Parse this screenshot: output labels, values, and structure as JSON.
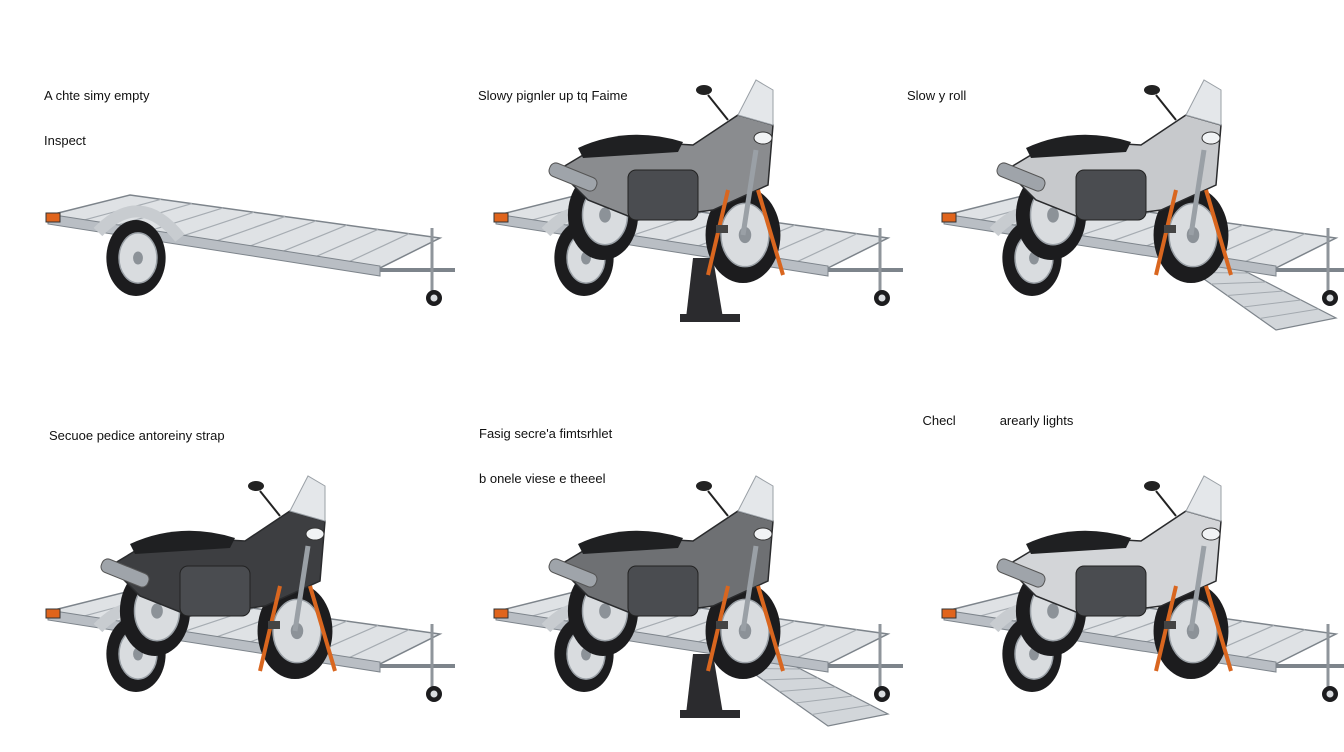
{
  "panels": [
    {
      "id": "p1",
      "lines": [
        "A chte simy empty",
        "Inspect"
      ],
      "bike": false,
      "ramp": false,
      "stand": false,
      "straps": false,
      "bike_tone": "none"
    },
    {
      "id": "p2",
      "lines": [
        "Slowy pignler up tq Faime"
      ],
      "bike": true,
      "ramp": false,
      "stand": true,
      "straps": true,
      "bike_tone": "#8a8c8f"
    },
    {
      "id": "p3",
      "lines": [
        "Slow y roll"
      ],
      "bike": true,
      "ramp": true,
      "stand": false,
      "straps": true,
      "bike_tone": "#c7c9cc"
    },
    {
      "id": "p4",
      "lines": [
        "Secuoe pedice antoreiny strap"
      ],
      "bike": true,
      "ramp": false,
      "stand": false,
      "straps": true,
      "bike_tone": "#3d3e41"
    },
    {
      "id": "p5",
      "lines": [
        "Fasig secre'a fimtsrhlet",
        "b onele viese e theeel"
      ],
      "bike": true,
      "ramp": true,
      "stand": true,
      "straps": true,
      "bike_tone": "#6e7073"
    },
    {
      "id": "p6",
      "lines": [
        "Checl",
        "arearly lights"
      ],
      "bike": true,
      "ramp": false,
      "stand": false,
      "straps": true,
      "bike_tone": "#d3d5d8"
    }
  ],
  "colors": {
    "trailer": "#b9bec4",
    "trailer_dark": "#7d848b",
    "tire": "#1c1c1e",
    "rim": "#d9dcdf",
    "strap": "#d9661f",
    "light": "#e0641c"
  }
}
